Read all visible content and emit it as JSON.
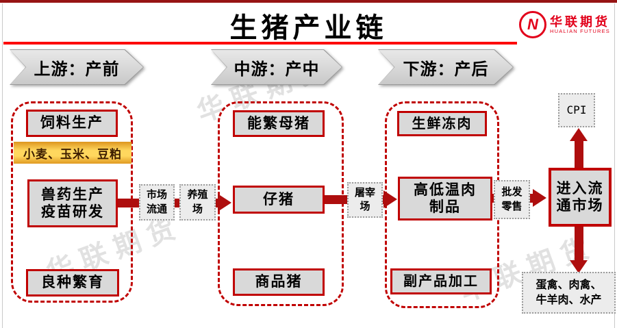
{
  "page": {
    "title": "生猪产业链"
  },
  "logo": {
    "mark": "N",
    "cn": "华联期货",
    "en": "HUALIAN FUTURES"
  },
  "watermark": {
    "text": "华联期货"
  },
  "colors": {
    "top_bar": "#971414",
    "title_underline": "#fd0202",
    "box_border_red": "#c00000",
    "arrow_red": "#ae0e0e",
    "box_gray": "#d9d9d9",
    "connector_gray": "#ececec",
    "ingredients_gold": "#ffd75e",
    "logo_red": "#e2001a"
  },
  "upstream": {
    "header": "上游：产前",
    "feed": "饲料生产",
    "ingredients": "小麦、玉米、豆粕",
    "vet1": "兽药生产",
    "vet2": "疫苗研发",
    "breed": "良种繁育"
  },
  "midstream": {
    "header": "中游：产中",
    "sow": "能繁母猪",
    "piglet": "仔猪",
    "hog": "商品猪"
  },
  "downstream": {
    "header": "下游：产后",
    "fresh": "生鲜冻肉",
    "meat1": "高低温肉",
    "meat2": "制品",
    "byproduct": "副产品加工"
  },
  "links": {
    "market1": "市场",
    "market2": "流通",
    "farm1": "养殖",
    "farm2": "场",
    "slaughter1": "屠宰",
    "slaughter2": "场",
    "retail1": "批发",
    "retail2": "零售"
  },
  "terminal": {
    "cpi": "CPI",
    "flow1": "进入流",
    "flow2": "通市场",
    "alt1": "蛋禽、肉禽、",
    "alt2": "牛羊肉、水产"
  }
}
